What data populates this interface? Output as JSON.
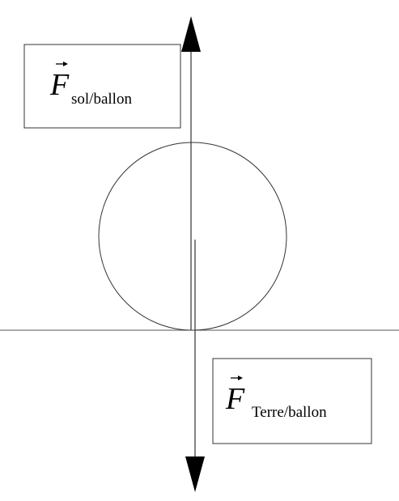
{
  "diagram": {
    "ground": {
      "label": ""
    },
    "ball": {
      "label": ""
    },
    "forces": {
      "upward": {
        "symbol": "F",
        "subscript": "sol/ballon",
        "direction": "up"
      },
      "downward": {
        "symbol": "F",
        "subscript": "Terre/ballon",
        "direction": "down"
      }
    },
    "colors": {
      "background": "#ffffff",
      "stroke": "#000000",
      "arrow_line": "#333333"
    }
  }
}
